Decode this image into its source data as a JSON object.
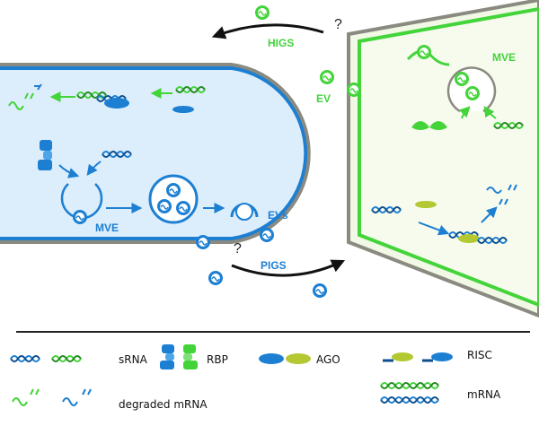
{
  "labels": {
    "higs": "HIGS",
    "pigs": "PIGS",
    "question": "?",
    "mve_plant": "MVE",
    "mve_pathogen": "MVE",
    "ev": "EV",
    "evs": "EVs"
  },
  "legend": {
    "srna": "sRNA",
    "rbp": "RBP",
    "ago": "AGO",
    "risc": "RISC",
    "degraded": "degraded mRNA",
    "mrna": "mRNA"
  },
  "colors": {
    "blue": "#1c7fd2",
    "green": "#43d43a",
    "pathogen_fill": "#dceefb",
    "plant_fill": "#f1f8e6",
    "wall": "#8a8a80"
  }
}
